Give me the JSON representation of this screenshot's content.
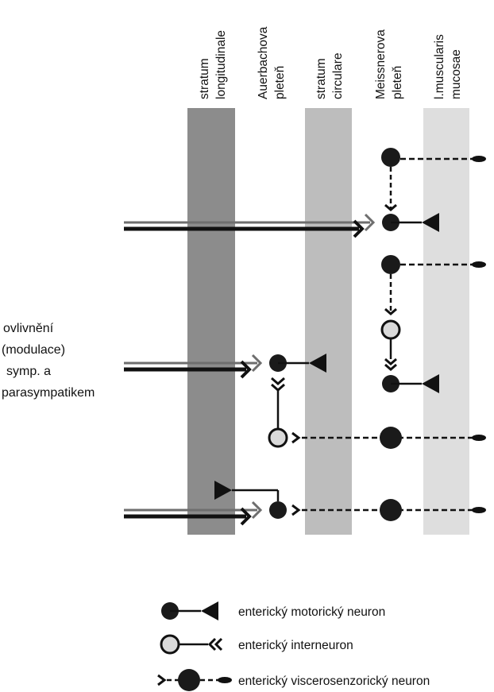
{
  "layers": [
    {
      "line1": "stratum",
      "line2": "longitudinale",
      "color": "#8c8c8c"
    },
    {
      "line1": "Auerbachova",
      "line2": "pleteň",
      "color": null
    },
    {
      "line1": "stratum",
      "line2": "circulare",
      "color": "#bdbdbd"
    },
    {
      "line1": "Meissnerova",
      "line2": "pleteň",
      "color": null
    },
    {
      "line1": "l.muscularis",
      "line2": "mucosae",
      "color": "#dedede"
    }
  ],
  "side_label": {
    "line1": "ovlivnění",
    "line2": "(modulace)",
    "line3": "symp. a",
    "line4": "parasympatikem"
  },
  "legend": {
    "motor": "enterický motorický neuron",
    "inter": "enterický interneuron",
    "sensory": "enterický viscerosenzorický neuron"
  },
  "colors": {
    "neuron_fill": "#1a1a1a",
    "interneuron_fill": "#d9d9d9",
    "line": "#111111",
    "gray_line": "#6e6e6e"
  }
}
